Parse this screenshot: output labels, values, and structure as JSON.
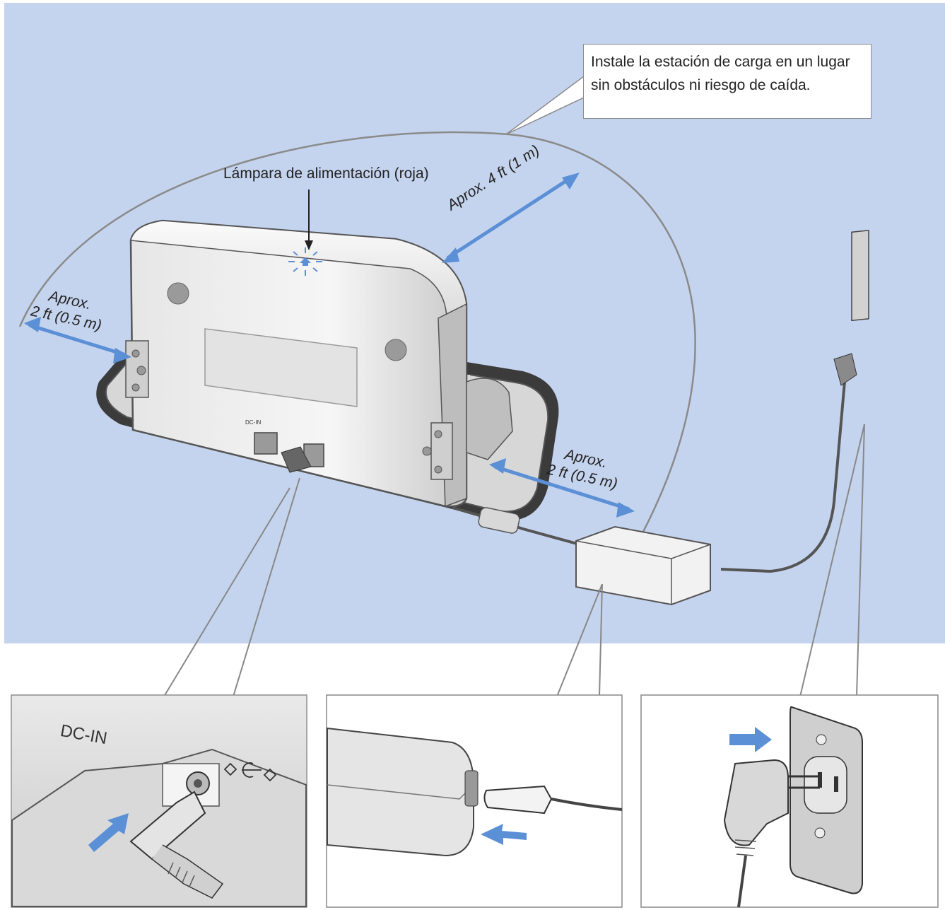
{
  "callout": {
    "text": "Instale la estación de carga en un lugar sin obstáculos ni riesgo de caída."
  },
  "labels": {
    "power_lamp": "Lámpara de alimentación (roja)",
    "clearance_front": "Aprox. 4 ft (1 m)",
    "clearance_left_line1": "Aprox.",
    "clearance_left_line2": "2 ft (0.5 m)",
    "clearance_right_line1": "Aprox.",
    "clearance_right_line2": "2 ft (0.5 m)"
  },
  "ports": {
    "dc_in": "DC-IN"
  },
  "colors": {
    "background_area": "#c5d4ee",
    "arrow": "#5b8fd6",
    "outline": "#777777"
  },
  "icons": [
    "power-lamp-icon",
    "dc-polarity-icon",
    "insert-arrow-icon"
  ]
}
